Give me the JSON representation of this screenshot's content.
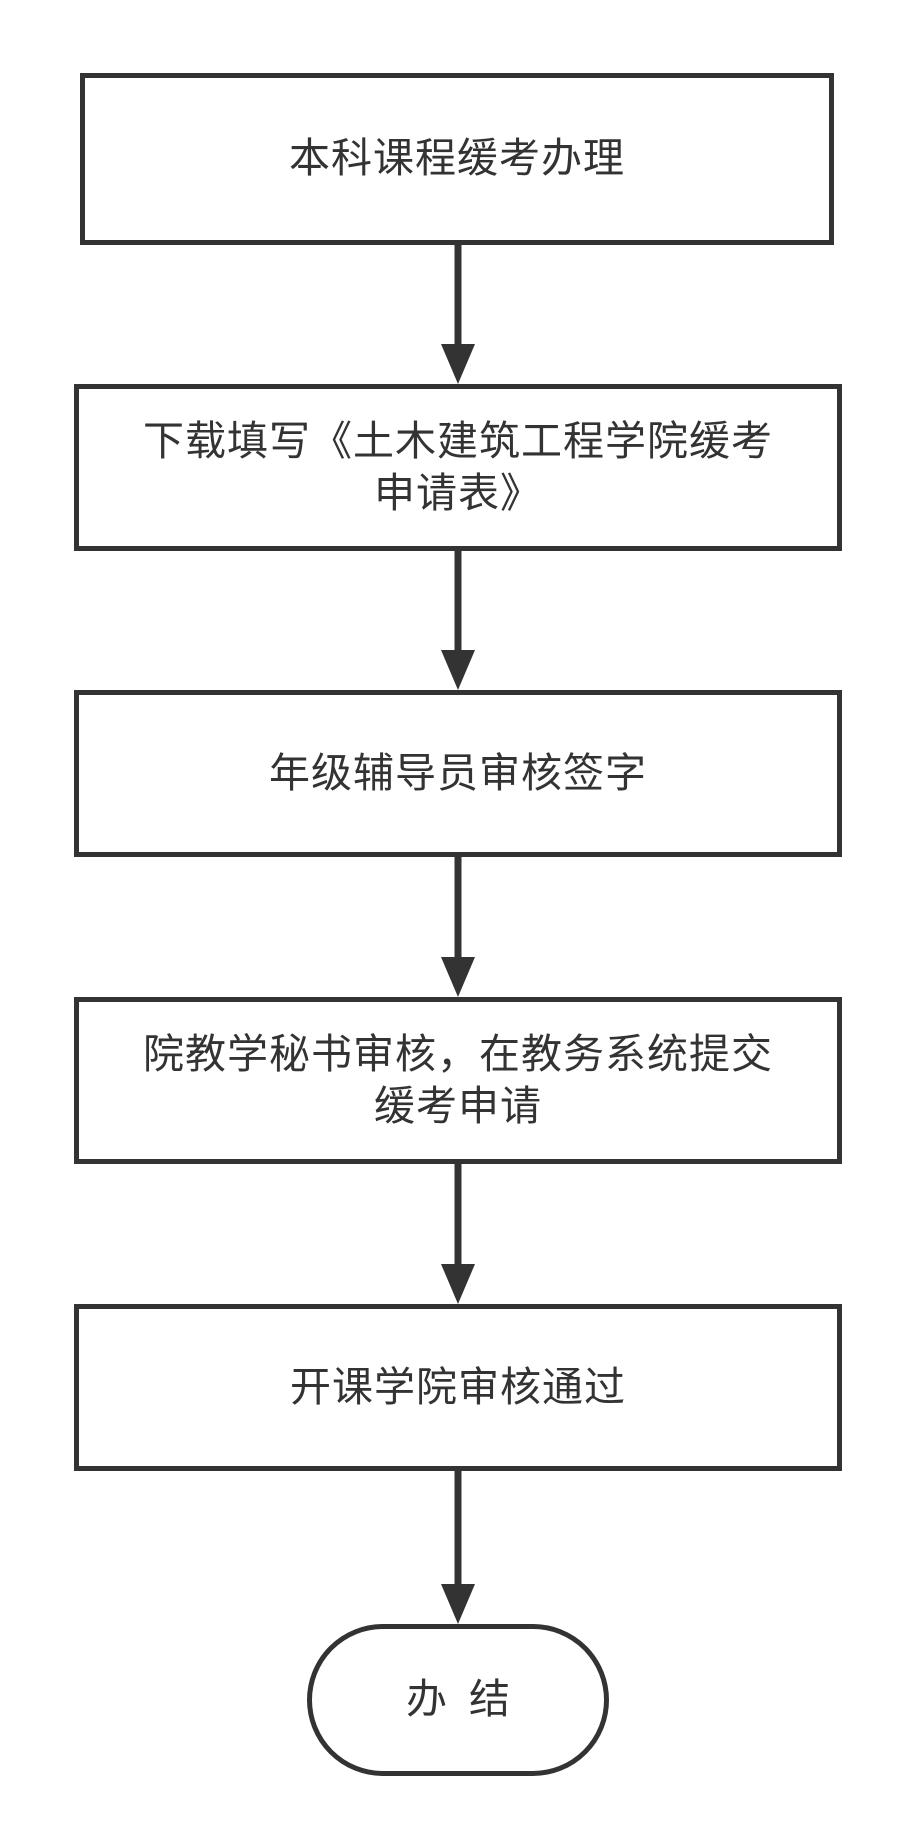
{
  "diagram": {
    "nodes": [
      {
        "id": "node-1",
        "label": "本科课程缓考办理"
      },
      {
        "id": "node-2",
        "label": "下载填写《土木建筑工程学院缓考\n申请表》"
      },
      {
        "id": "node-3",
        "label": "年级辅导员审核签字"
      },
      {
        "id": "node-4",
        "label": "院教学秘书审核，在教务系统提交\n缓考申请"
      },
      {
        "id": "node-5",
        "label": "开课学院审核通过"
      },
      {
        "id": "node-end",
        "label": "办结",
        "shape": "terminator"
      }
    ],
    "edges": [
      {
        "from": "node-1",
        "to": "node-2"
      },
      {
        "from": "node-2",
        "to": "node-3"
      },
      {
        "from": "node-3",
        "to": "node-4"
      },
      {
        "from": "node-4",
        "to": "node-5"
      },
      {
        "from": "node-5",
        "to": "node-end"
      }
    ],
    "colors": {
      "stroke": "#333333",
      "text": "#333333",
      "background": "#ffffff"
    }
  }
}
